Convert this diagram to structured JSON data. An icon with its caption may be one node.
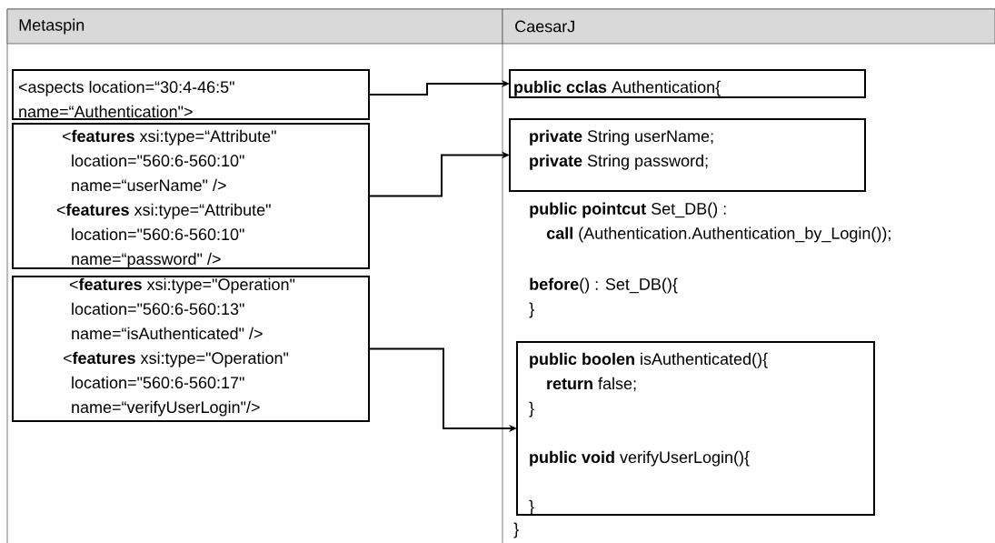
{
  "diagram": {
    "nodes": [
      {
        "text": [
          "<aspects location=“30:4-46:5\"",
          "name=“Authentication\">"
        ]
      },
      {
        "text": [
          "<**features** xsi:type=“Attribute\"",
          "location=\"560:6-560:10\"",
          "name=“userName\" />",
          "<**features** xsi:type=“Attribute\"",
          "location=\"560:6-560:10\"",
          "name=“password\" />"
        ]
      },
      {
        "text": [
          "<**features** xsi:type=\"Operation\"",
          "location=\"560:6-560:13\"",
          "name=“isAuthenticated\" />",
          "<**features** xsi:type=\"Operation\"",
          "location=\"560:6-560:17\"",
          "name=“verifyUserLogin\"/>"
        ]
      },
      {
        "text": [
          "**public cclas** Authentication{"
        ]
      },
      {
        "text": [
          "**private** String userName;",
          "**private** String password;"
        ]
      },
      {
        "text": [
          "**public boolen** isAuthenticated(){",
          "**return** false;",
          "}",
          "**public void** verifyUserLogin(){",
          "}"
        ]
      }
    ],
    "edges": [
      {
        "from": 0,
        "to": 3,
        "arrow": "to"
      },
      {
        "from": 1,
        "to": 4,
        "arrow": "to"
      },
      {
        "from": 2,
        "to": 5,
        "arrow": "to"
      }
    ],
    "labels": [
      "Metaspin",
      "CaesarJ",
      "**public pointcut** Set_DB() :",
      "**call** (Authentication.Authentication_by_Login());",
      "**before**() : Set_DB(){",
      "}",
      "}"
    ]
  }
}
